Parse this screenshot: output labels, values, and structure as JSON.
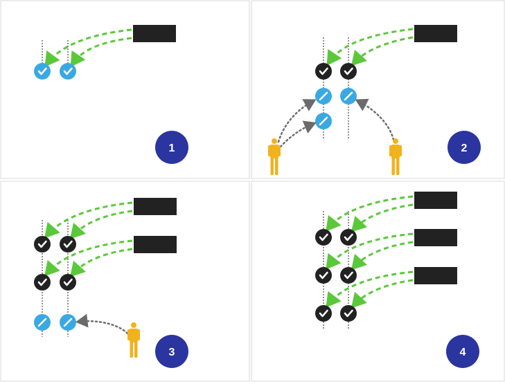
{
  "colors": {
    "panel_bg": "#ffffff",
    "panel_border": "#d9d9d9",
    "block": "#222222",
    "arrow_green": "#5ac83a",
    "arrow_human": "#6b6b6b",
    "check_pending": "#3aa9e3",
    "check_confirmed": "#222222",
    "badge": "#2a35a0",
    "human": "#f2b21c"
  },
  "icons": {
    "block": "block-icon",
    "check_pending": "pending-check-icon",
    "check_confirmed": "confirmed-check-icon",
    "human": "person-icon",
    "arrow": "arrow-icon"
  },
  "panels": [
    {
      "step": "1"
    },
    {
      "step": "2"
    },
    {
      "step": "3"
    },
    {
      "step": "4"
    }
  ]
}
